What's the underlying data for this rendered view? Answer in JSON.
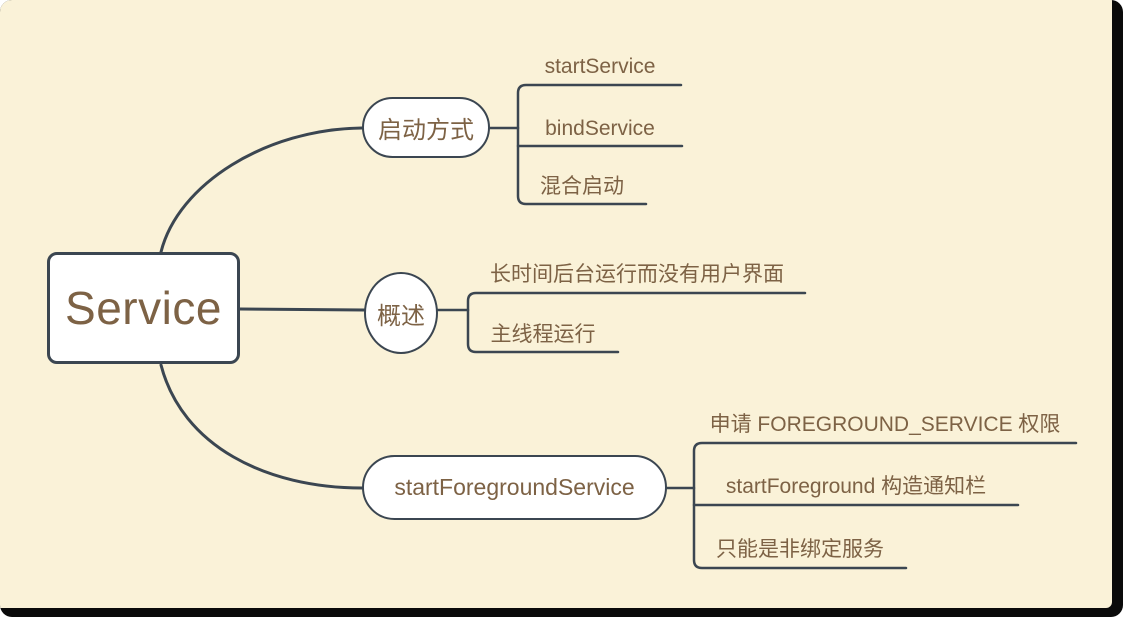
{
  "colors": {
    "background": "#faf2d8",
    "line": "#3b4651",
    "text": "#7d6245",
    "node_fill": "#ffffff",
    "frame_edge": "#0a0a0a"
  },
  "root": {
    "label": "Service"
  },
  "branches": [
    {
      "label": "启动方式",
      "children": [
        {
          "label": "startService"
        },
        {
          "label": "bindService"
        },
        {
          "label": "混合启动"
        }
      ]
    },
    {
      "label": "概述",
      "children": [
        {
          "label": "长时间后台运行而没有用户界面"
        },
        {
          "label": "主线程运行"
        }
      ]
    },
    {
      "label": "startForegroundService",
      "children": [
        {
          "label": "申请 FOREGROUND_SERVICE 权限"
        },
        {
          "label": "startForeground 构造通知栏"
        },
        {
          "label": "只能是非绑定服务"
        }
      ]
    }
  ]
}
